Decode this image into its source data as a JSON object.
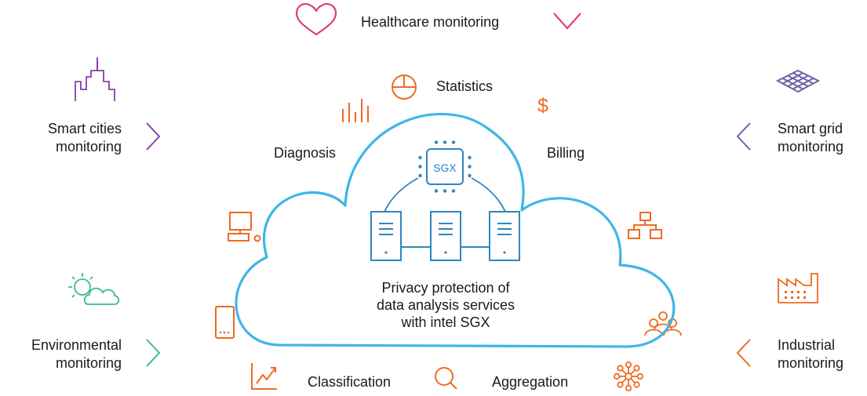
{
  "top": {
    "label": "Healthcare monitoring"
  },
  "left": {
    "smart_cities": [
      "Smart cities",
      "monitoring"
    ],
    "environmental": [
      "Environmental",
      "monitoring"
    ]
  },
  "right": {
    "smart_grid": [
      "Smart grid",
      "monitoring"
    ],
    "industrial": [
      "Industrial",
      "monitoring"
    ]
  },
  "services": {
    "statistics": "Statistics",
    "diagnosis": "Diagnosis",
    "billing": "Billing",
    "classification": "Classification",
    "aggregation": "Aggregation"
  },
  "cloud": {
    "chip_label": "SGX",
    "caption": [
      "Privacy protection of",
      "data analysis services",
      "with intel SGX"
    ]
  },
  "colors": {
    "heart": "#e23d7a",
    "purple": "#8a3fa6",
    "slate": "#6b64a8",
    "green": "#3fb98a",
    "orange": "#ee6a24",
    "cloud": "#3fb6e6",
    "server": "#2e86c1"
  }
}
